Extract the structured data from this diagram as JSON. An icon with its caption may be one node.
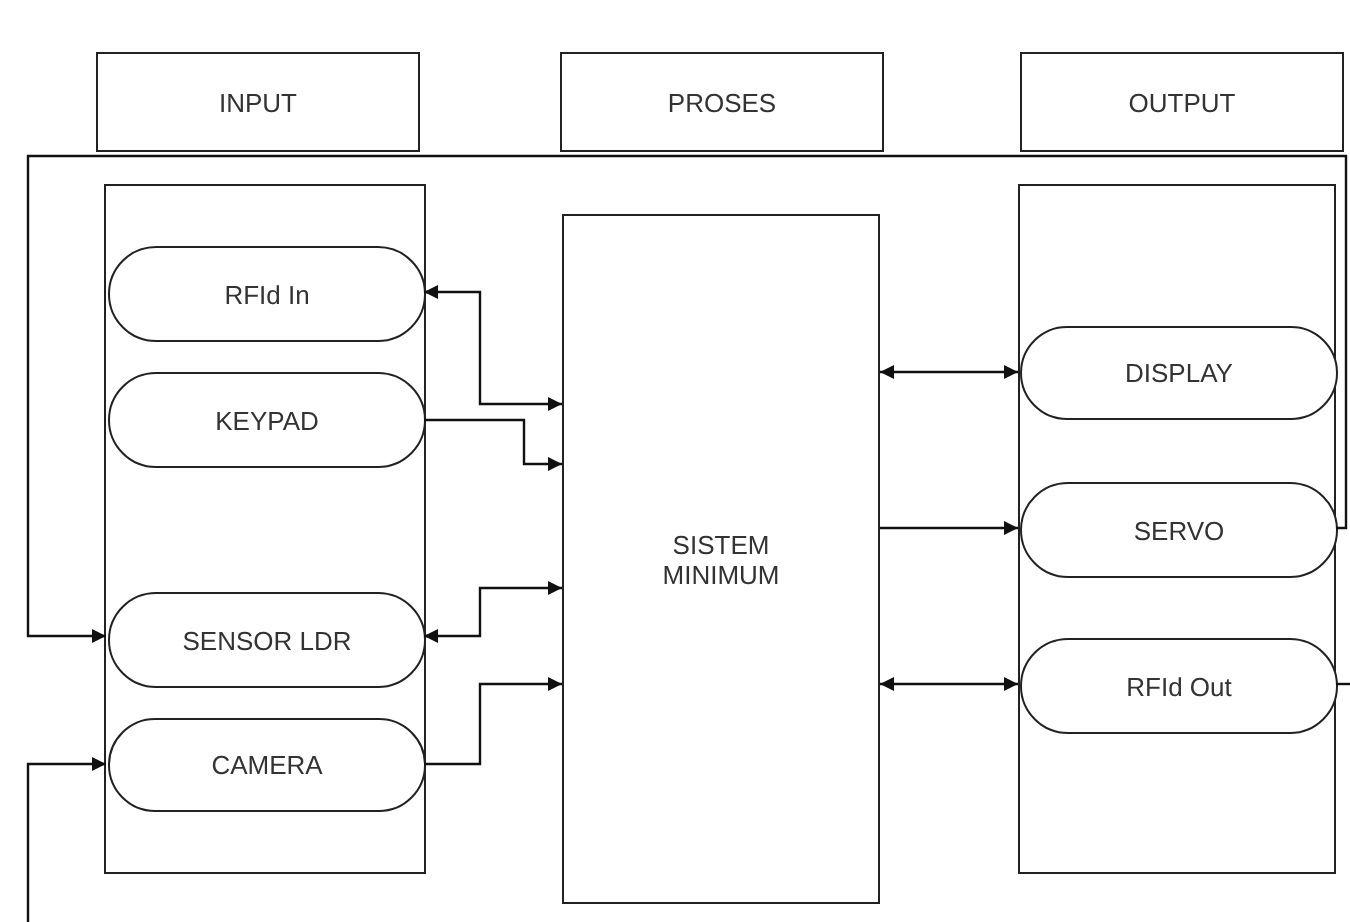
{
  "diagram": {
    "nodes": [
      {
        "text": [
          "INPUT"
        ]
      },
      {
        "text": [
          "PROSES"
        ]
      },
      {
        "text": [
          "OUTPUT"
        ]
      },
      {
        "text": [],
        "shape": "box"
      },
      {
        "text": [
          "RFId In"
        ],
        "in": 3
      },
      {
        "text": [
          "KEYPAD"
        ],
        "in": 3
      },
      {
        "text": [
          "SENSOR LDR"
        ],
        "in": 3
      },
      {
        "text": [
          "CAMERA"
        ],
        "in": 3
      },
      {
        "text": [
          "SISTEM MINIMUM"
        ]
      },
      {
        "text": [],
        "shape": "box"
      },
      {
        "text": [
          "DISPLAY"
        ],
        "in": 9
      },
      {
        "text": [
          "SERVO"
        ],
        "in": 9
      },
      {
        "text": [
          "RFId Out"
        ],
        "in": 9
      }
    ],
    "edges": [
      {
        "from": 8,
        "to": 4,
        "arrow": "both"
      },
      {
        "from": 5,
        "to": 8,
        "arrow": "to"
      },
      {
        "from": 8,
        "to": 6,
        "arrow": "both"
      },
      {
        "from": 7,
        "to": 8,
        "arrow": "to"
      },
      {
        "from": 8,
        "to": 10,
        "arrow": "both"
      },
      {
        "from": 8,
        "to": 11,
        "arrow": "to"
      },
      {
        "from": 8,
        "to": 12,
        "arrow": "both"
      },
      {
        "from": 11,
        "to": 6,
        "arrow": "to"
      },
      {
        "from": 12,
        "to": null,
        "arrow": "none"
      },
      {
        "from": null,
        "to": 7,
        "arrow": "to"
      }
    ]
  }
}
